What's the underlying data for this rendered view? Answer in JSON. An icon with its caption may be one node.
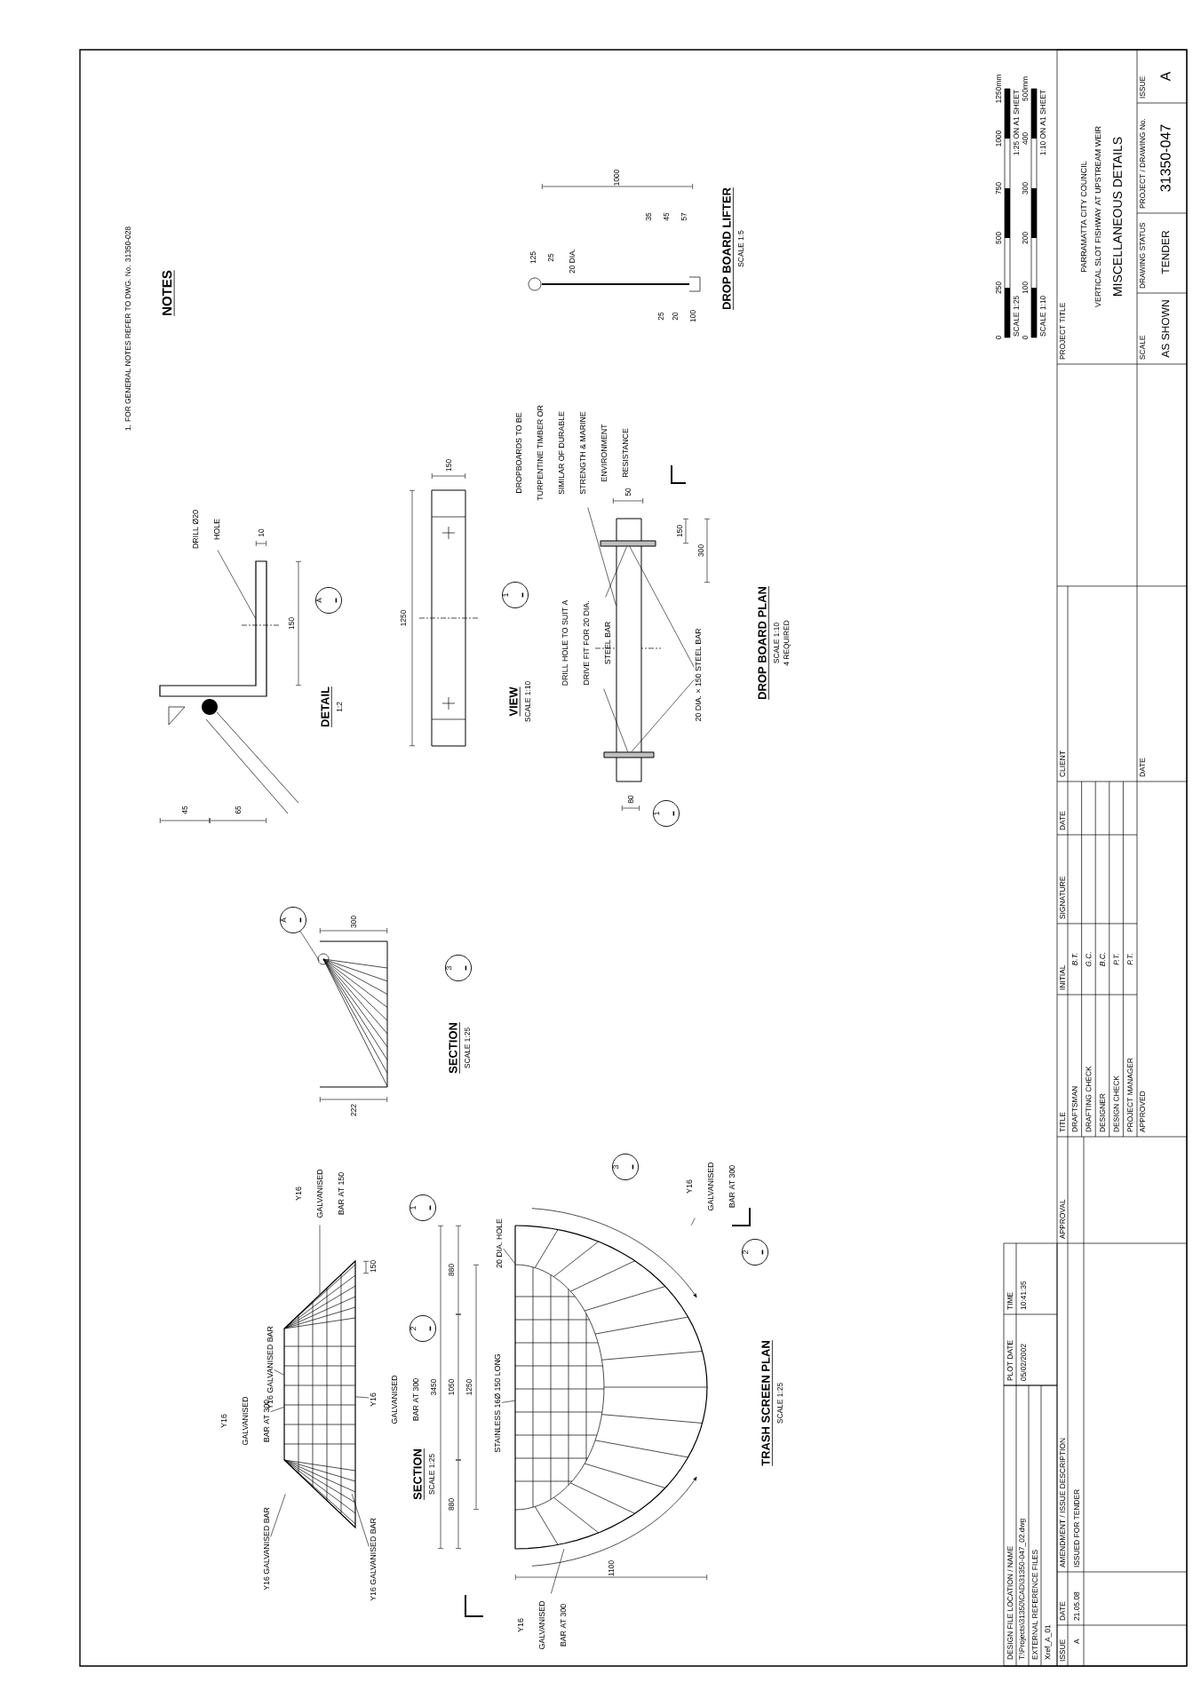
{
  "diagram": {
    "nodes": [
      {
        "text": [
          "DRILL Ø20 HOLE"
        ]
      },
      {
        "text": [
          "A",
          "-"
        ]
      },
      {
        "text": [
          "1",
          "-"
        ]
      },
      {
        "text": [
          "DROPBOARDS TO BE TURPENTINE TIMBER OR SIMILAR OF DURABLE STRENGTH & MARINE ENVIRONMENT RESISTANCE"
        ]
      },
      {
        "text": [
          "DRILL HOLE TO SUIT A DRIVE FIT FOR 20 DIA. STEEL BAR"
        ]
      },
      {
        "text": [
          "20 DIA. × 150 STEEL BAR"
        ]
      },
      {
        "text": [
          "1",
          "-"
        ]
      },
      {
        "text": [
          "A",
          "-"
        ]
      },
      {
        "text": [
          "3",
          "-"
        ]
      },
      {
        "text": [
          "Y16 GALVANISED BAR AT 300"
        ]
      },
      {
        "text": [
          "Y16 GALVANISED BAR"
        ]
      },
      {
        "text": [
          "Y16 GALVANISED BAR AT 150"
        ]
      },
      {
        "text": [
          "Y16 GALVANISED BAR"
        ]
      },
      {
        "text": [
          "Y16 GALVANISED BAR AT 300"
        ]
      },
      {
        "text": [
          "Y16 GALVANISED BAR"
        ]
      },
      {
        "text": [
          "2",
          "-"
        ]
      },
      {
        "text": [
          "20 DIA. HOLE"
        ]
      },
      {
        "text": [
          "STAINLESS 16Ø 150 LONG"
        ]
      },
      {
        "text": [
          "3",
          "-"
        ]
      },
      {
        "text": [
          "Y16 GALVANISED BAR AT 300"
        ]
      },
      {
        "text": [
          "2",
          "-"
        ]
      },
      {
        "text": [
          "1",
          "-"
        ]
      },
      {
        "text": [
          "Y16 GALVANISED BAR AT 300"
        ]
      },
      {
        "text": [],
        "shape": "box"
      },
      {
        "text": [],
        "shape": "bar"
      },
      {
        "text": [],
        "shape": "bar"
      },
      {
        "text": [],
        "shape": "picture"
      },
      {
        "text": [],
        "shape": "picture"
      },
      {
        "text": [],
        "shape": "picture"
      },
      {
        "text": [],
        "shape": "picture"
      }
    ],
    "edges": [
      {
        "from": 0,
        "to": 26,
        "arrow": "none"
      },
      {
        "from": 3,
        "to": 23,
        "arrow": "none"
      },
      {
        "from": 4,
        "to": 24,
        "arrow": "none"
      },
      {
        "from": 4,
        "to": 25,
        "arrow": "none"
      },
      {
        "from": 5,
        "to": 24,
        "arrow": "none"
      },
      {
        "from": 5,
        "to": 25,
        "arrow": "none"
      },
      {
        "from": 7,
        "to": 27,
        "arrow": "none"
      },
      {
        "from": 9,
        "to": 28,
        "arrow": "none"
      },
      {
        "from": 10,
        "to": 28,
        "arrow": "none"
      },
      {
        "from": 11,
        "to": 28,
        "arrow": "none"
      },
      {
        "from": 12,
        "to": 28,
        "arrow": "none"
      },
      {
        "from": 13,
        "to": 28,
        "arrow": "none"
      },
      {
        "from": 14,
        "to": 28,
        "arrow": "none"
      },
      {
        "from": 16,
        "to": 29,
        "arrow": "none"
      },
      {
        "from": 17,
        "to": 29,
        "arrow": "none"
      },
      {
        "from": 19,
        "to": 29,
        "arrow": "none"
      },
      {
        "from": 22,
        "to": 29,
        "arrow": "none"
      }
    ],
    "labels": [
      "NOTES",
      "1. FOR GENERAL NOTES REFER TO DWG. No. 31350-028",
      "DETAIL",
      "1:2",
      "45",
      "65",
      "150",
      "10",
      "1250",
      "150",
      "VIEW",
      "SCALE 1:10",
      "50",
      "150",
      "300",
      "80",
      "DROP BOARD PLAN",
      "SCALE 1:10",
      "4 REQUIRED",
      "1000",
      "35",
      "45",
      "57",
      "125",
      "25",
      "20 DIA.",
      "25",
      "20",
      "100",
      "DROP BOARD LIFTER",
      "SCALE 1:5",
      "300",
      "222",
      "SECTION",
      "SCALE 1:25",
      "150",
      "SECTION",
      "SCALE 1:25",
      "3450",
      "880",
      "1050",
      "1250",
      "880",
      "1100",
      "TRASH SCREEN PLAN",
      "SCALE 1:25",
      "DESIGN FILE LOCATION / NAME",
      "T:\\Projects\\31350\\CAD\\31350-047_02.dwg",
      "EXTERNAL REFERENCE FILES",
      "Xref_A_01",
      "PLOT DATE",
      "05/02/2002",
      "TIME",
      "10:41:35",
      "ISSUE",
      "DATE",
      "AMENDMENT / ISSUE DESCRIPTION",
      "APPROVAL",
      "A",
      "21.05.08",
      "ISSUED FOR TENDER",
      "TITLE",
      "INITIAL",
      "SIGNATURE",
      "DATE",
      "CLIENT",
      "DRAFTSMAN",
      "B.T.",
      "DRAFTING CHECK",
      "G.C.",
      "DESIGNER",
      "B.C.",
      "DESIGN CHECK",
      "P.T.",
      "PROJECT MANAGER",
      "P.T.",
      "APPROVED",
      "DATE",
      "PROJECT TITLE",
      "PARRAMATTA CITY COUNCIL",
      "VERTICAL SLOT FISHWAY AT UPSTREAM WEIR",
      "MISCELLANEOUS DETAILS",
      "SCALE",
      "AS SHOWN",
      "DRAWING STATUS",
      "TENDER",
      "PROJECT / DRAWING No.",
      "31350-047",
      "ISSUE",
      "A",
      "SCALE 1:25",
      "0",
      "250",
      "500",
      "750",
      "1000",
      "1250mm",
      "1:25 ON A1 SHEET",
      "SCALE 1:10",
      "0",
      "100",
      "200",
      "300",
      "400",
      "500mm",
      "1:10 ON A1 SHEET"
    ]
  }
}
